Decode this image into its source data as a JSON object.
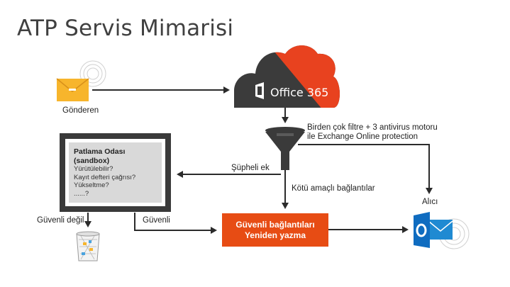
{
  "title": "ATP Servis Mimarisi",
  "sender": {
    "label": "Gönderen"
  },
  "cloud": {
    "brand_text": "Office 365"
  },
  "filter": {
    "label": "Birden çok filtre + 3 antivirus motoru\nile Exchange Online protection"
  },
  "suspicious": {
    "label": "Şüpheli ek"
  },
  "malicious_links": {
    "label": "Kötü amaçlı bağlantılar"
  },
  "sandbox": {
    "title": "Patlama Odası\n(sandbox)",
    "items": [
      "Yürütülebilir?",
      "Kayıt defteri çağrısı?",
      "Yükseltme?",
      "......?"
    ]
  },
  "unsafe": {
    "label": "Güvenli değil"
  },
  "safe": {
    "label": "Güvenli"
  },
  "rewrite": {
    "line1": "Güvenli bağlantıları",
    "line2": "Yeniden yazma"
  },
  "recipient": {
    "label": "Alıcı"
  },
  "colors": {
    "orange": "#e74c14",
    "orange_light": "#f2542d",
    "dark": "#3a3a3a",
    "envelope": "#f7b52c",
    "outlook_blue": "#0f6cc0"
  },
  "icons": [
    "envelope-icon",
    "cloud-icon",
    "funnel-icon",
    "trash-can-icon",
    "outlook-icon"
  ]
}
